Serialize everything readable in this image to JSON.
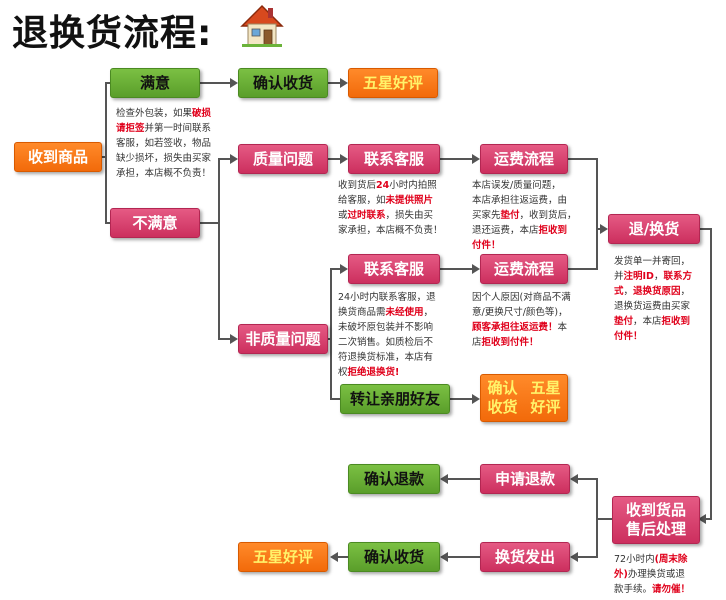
{
  "title": "退换货流程:",
  "colors": {
    "pink": "#cc2f5e",
    "green": "#5a9e2a",
    "orange": "#f26a0a",
    "highlight_red": "#e0001b"
  },
  "nodes": {
    "received": "收到商品",
    "satisfied": "满意",
    "unsatisfied": "不满意",
    "confirm_receipt_top": "确认收货",
    "five_star_top": "五星好评",
    "quality_issue": "质量问题",
    "non_quality_issue": "非质量问题",
    "contact_cs_1": "联系客服",
    "contact_cs_2": "联系客服",
    "shipping_1": "运费流程",
    "shipping_2": "运费流程",
    "return_exchange": "退/换货",
    "transfer_friend": "转让亲朋好友",
    "confirm_five_line1": "确认收货",
    "confirm_five_line2": "五星好评",
    "confirm_refund": "确认退款",
    "apply_refund": "申请退款",
    "received_goods_line1": "收到货品",
    "received_goods_line2": "售后处理",
    "five_star_bottom": "五星好评",
    "confirm_receipt_bottom": "确认收货",
    "exchange_ship": "换货发出"
  },
  "notes": {
    "n1": [
      {
        "t": "检查外包装，如果"
      },
      {
        "t": "破损",
        "r": true
      },
      {
        "t": "\n"
      },
      {
        "t": "请拒签",
        "r": true
      },
      {
        "t": "并第一时间联系\n客服，如若签收，物品\n缺少损坏，损失由买家\n承担，本店概不负责！"
      }
    ],
    "n2": [
      {
        "t": "收到货后"
      },
      {
        "t": "24",
        "r": true
      },
      {
        "t": "小时内拍照\n给客服，如"
      },
      {
        "t": "未提供照片",
        "r": true
      },
      {
        "t": "\n或"
      },
      {
        "t": "过时联系",
        "r": true
      },
      {
        "t": "，损失由买\n家承担，本店概不负责！"
      }
    ],
    "n3": [
      {
        "t": "本店误发/质量问题，\n本店承担往返运费，由\n买家先"
      },
      {
        "t": "垫付",
        "r": true
      },
      {
        "t": "，收到货后，\n退还运费，本店"
      },
      {
        "t": "拒收到",
        "r": true
      },
      {
        "t": "\n"
      },
      {
        "t": "付件！",
        "r": true
      }
    ],
    "n4": [
      {
        "t": "24小时内联系客服，退\n换货商品需"
      },
      {
        "t": "未经使用",
        "r": true
      },
      {
        "t": "，\n未破坏原包装并不影响\n二次销售。如质检后不\n符退换货标准，本店有\n权"
      },
      {
        "t": "拒绝退换货!",
        "r": true
      }
    ],
    "n5": [
      {
        "t": "因个人原因(对商品不满\n意/更换尺寸/颜色等)，\n"
      },
      {
        "t": "顾客承担往返运费！",
        "r": true
      },
      {
        "t": "本\n店"
      },
      {
        "t": "拒收到付件！",
        "r": true
      }
    ],
    "n6": [
      {
        "t": "发货单一并寄回，\n并"
      },
      {
        "t": "注明ID",
        "r": true
      },
      {
        "t": "，"
      },
      {
        "t": "联系方\n式",
        "r": true
      },
      {
        "t": "，"
      },
      {
        "t": "退换货原因",
        "r": true
      },
      {
        "t": "，\n退换货运费由买家\n"
      },
      {
        "t": "垫付",
        "r": true
      },
      {
        "t": "，本店"
      },
      {
        "t": "拒收到\n付件！",
        "r": true
      }
    ],
    "n7": [
      {
        "t": "72小时内"
      },
      {
        "t": "(周末除\n外)",
        "r": true
      },
      {
        "t": "办理换货或退\n款手续。"
      },
      {
        "t": "请勿催！",
        "r": true
      }
    ]
  }
}
